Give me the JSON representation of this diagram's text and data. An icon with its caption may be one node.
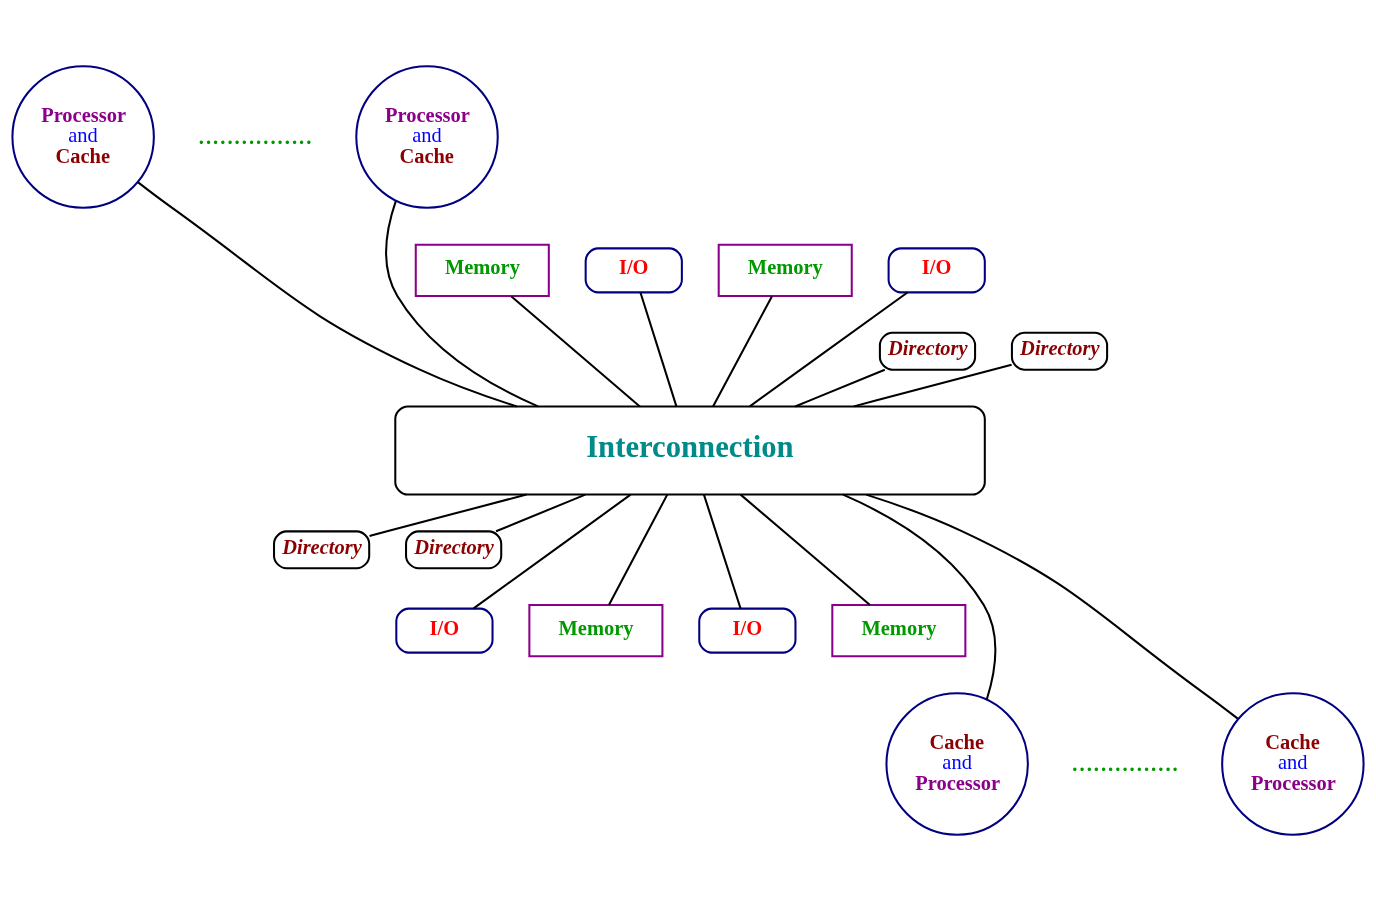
{
  "diagram": {
    "nodes": [
      {
        "text": [
          "Processor",
          "and",
          "Cache"
        ]
      },
      {
        "text": [
          "Processor",
          "and",
          "Cache"
        ]
      },
      {
        "text": [
          "Memory"
        ]
      },
      {
        "text": [
          "I/O"
        ]
      },
      {
        "text": [
          "Memory"
        ]
      },
      {
        "text": [
          "I/O"
        ]
      },
      {
        "text": [
          "Directory"
        ]
      },
      {
        "text": [
          "Directory"
        ]
      },
      {
        "text": [
          "Interconnection"
        ]
      },
      {
        "text": [
          "Directory"
        ]
      },
      {
        "text": [
          "Directory"
        ]
      },
      {
        "text": [
          "I/O"
        ]
      },
      {
        "text": [
          "Memory"
        ]
      },
      {
        "text": [
          "I/O"
        ]
      },
      {
        "text": [
          "Memory"
        ]
      },
      {
        "text": [
          "Cache",
          "and",
          "Processor"
        ]
      },
      {
        "text": [
          "Cache",
          "and",
          "Processor"
        ]
      }
    ],
    "edges": [
      {
        "from": 0,
        "to": 8,
        "arrow": "none"
      },
      {
        "from": 2,
        "to": 8,
        "arrow": "none"
      },
      {
        "from": 3,
        "to": 8,
        "arrow": "none"
      },
      {
        "from": 6,
        "to": 8,
        "arrow": "none"
      },
      {
        "from": 1,
        "to": 8,
        "arrow": "none"
      },
      {
        "from": 4,
        "to": 8,
        "arrow": "none"
      },
      {
        "from": 5,
        "to": 8,
        "arrow": "none"
      },
      {
        "from": 7,
        "to": 8,
        "arrow": "none"
      },
      {
        "from": 8,
        "to": 9,
        "arrow": "none"
      },
      {
        "from": 8,
        "to": 11,
        "arrow": "none"
      },
      {
        "from": 8,
        "to": 12,
        "arrow": "none"
      },
      {
        "from": 8,
        "to": 15,
        "arrow": "none"
      },
      {
        "from": 8,
        "to": 10,
        "arrow": "none"
      },
      {
        "from": 8,
        "to": 13,
        "arrow": "none"
      },
      {
        "from": 8,
        "to": 14,
        "arrow": "none"
      },
      {
        "from": 8,
        "to": 16,
        "arrow": "none"
      }
    ],
    "labels": [
      "................",
      "..............."
    ]
  }
}
